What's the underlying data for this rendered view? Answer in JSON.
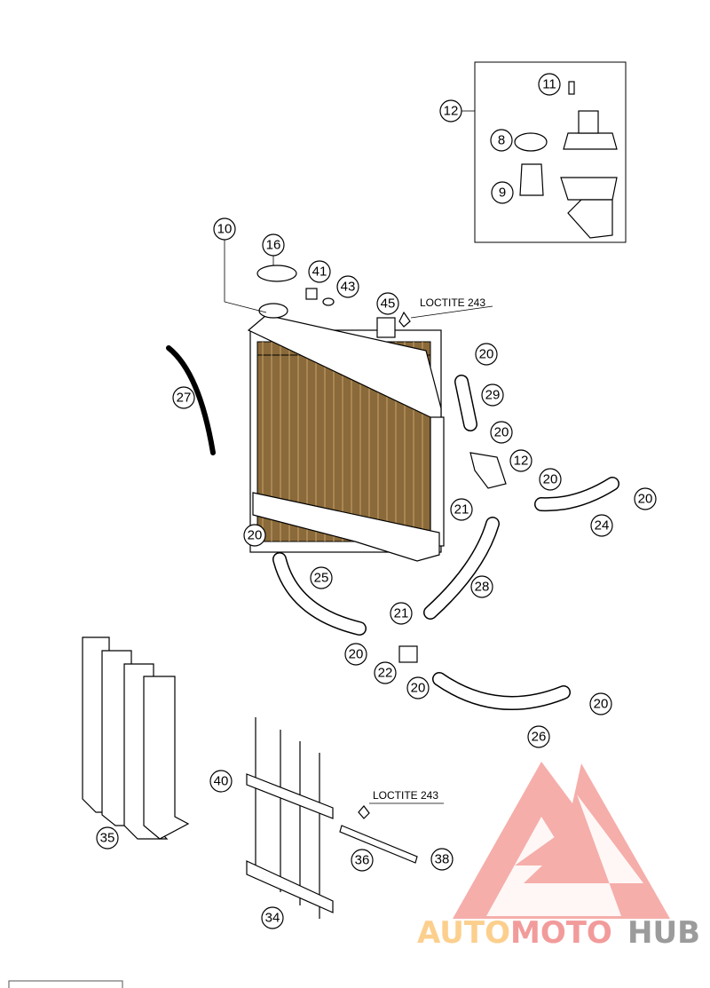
{
  "diagram": {
    "callouts": [
      "11",
      "12",
      "8",
      "9",
      "10",
      "16",
      "41",
      "43",
      "45",
      "20",
      "29",
      "20",
      "12",
      "20",
      "20",
      "24",
      "27",
      "21",
      "20",
      "25",
      "28",
      "21",
      "20",
      "22",
      "20",
      "20",
      "26",
      "40",
      "35",
      "36",
      "38",
      "34"
    ],
    "notes": {
      "loctite_top": "LOCTITE 243",
      "loctite_bottom": "LOCTITE 243"
    },
    "watermark": {
      "part1": "AUTO",
      "part2": "MOTO",
      "part3": "HUB",
      "color1": "#fcc77a",
      "color2": "#f08a8a",
      "color3": "#8a8a8a"
    }
  }
}
